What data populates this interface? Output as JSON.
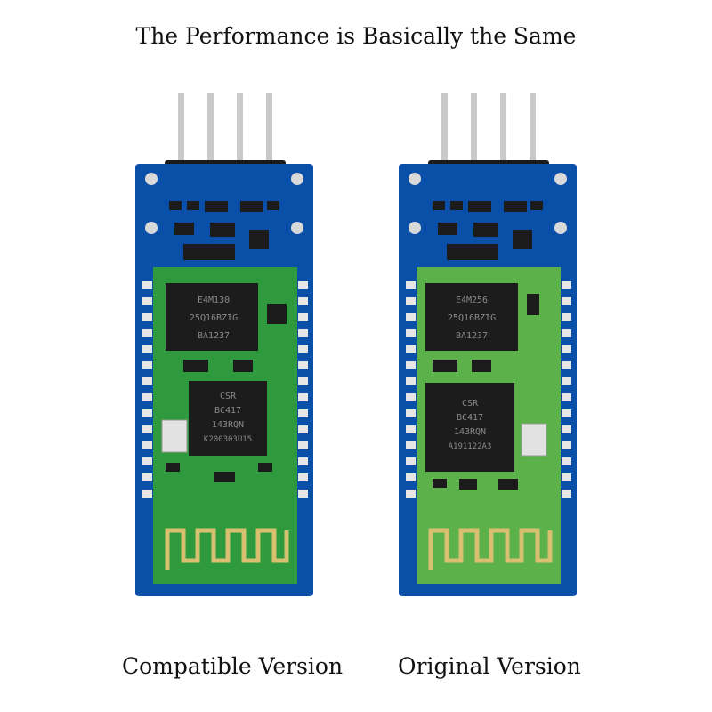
{
  "heading": "The Performance is Basically the Same",
  "modules": [
    {
      "caption": "Compatible Version",
      "flash_chip": [
        "E4M130",
        "25Q16BZIG",
        "BA1237"
      ],
      "bt_chip": [
        "CSR",
        "BC417",
        "143RQN",
        "K200303U15"
      ],
      "colors": {
        "board": "#0a4fa8",
        "module": "#2f9a3d"
      }
    },
    {
      "caption": "Original Version",
      "flash_chip": [
        "E4M256",
        "25Q16BZIG",
        "BA1237"
      ],
      "bt_chip": [
        "CSR",
        "BC417",
        "143RQN",
        "A191122A3"
      ],
      "colors": {
        "board": "#0a4fa8",
        "module": "#5cb14a"
      }
    }
  ]
}
